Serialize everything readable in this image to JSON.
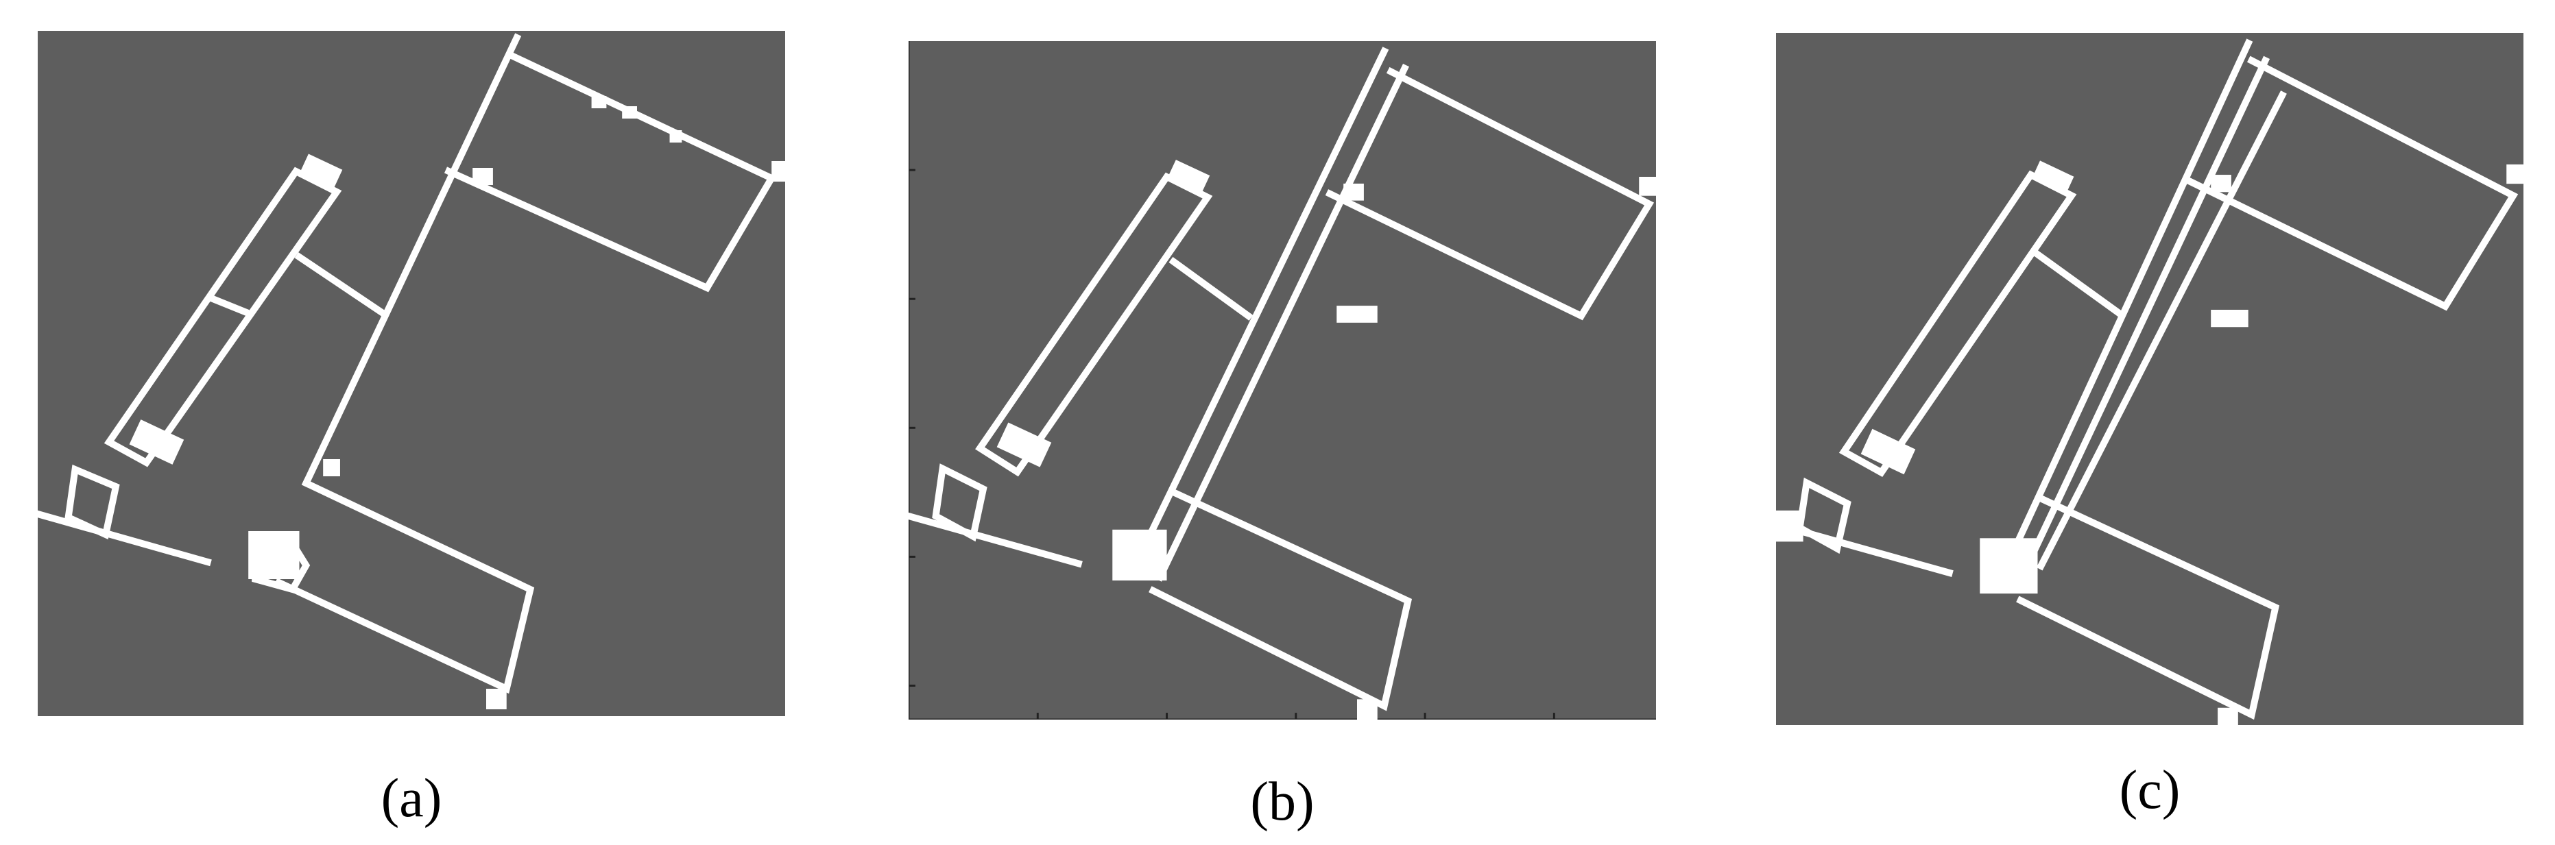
{
  "figure": {
    "panels": [
      {
        "id": "a",
        "label": "(a)",
        "has_axes": false
      },
      {
        "id": "b",
        "label": "(b)",
        "has_axes": true
      },
      {
        "id": "c",
        "label": "(c)",
        "has_axes": false
      }
    ]
  },
  "colors": {
    "map_background": "#5e5e5e",
    "free_space": "#ffffff",
    "page_background": "#ffffff",
    "axis": "#222222"
  }
}
